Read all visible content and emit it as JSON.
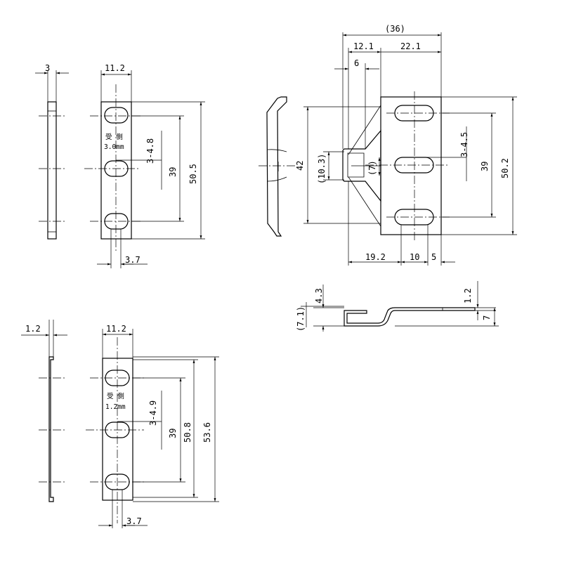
{
  "view_a": {
    "thickness": "3",
    "width": "11.2",
    "note_label": "受 側",
    "note_thickness": "3.0mm",
    "hole_spec": "3-4.8",
    "hole_pitch": "39",
    "length": "50.5",
    "hole_offset": "3.7"
  },
  "view_b": {
    "thickness": "1.2",
    "width": "11.2",
    "note_label": "受 側",
    "note_thickness": "1.2mm",
    "hole_spec": "3-4.9",
    "hole_pitch": "39",
    "length_inner": "50.8",
    "length_outer": "53.6",
    "hole_offset": "3.7"
  },
  "view_c": {
    "overall": "(36)",
    "offset_a": "12.1",
    "offset_b": "22.1",
    "tongue": "6",
    "height_left": "42",
    "catch_height": "(10.3)",
    "catch_inner": "(7)",
    "hole_spec": "3-4.5",
    "hole_pitch": "39",
    "plate_height": "50.2",
    "base_a": "19.2",
    "base_b": "10",
    "base_c": "5"
  },
  "view_d": {
    "hook_height": "4.3",
    "hook_overall": "(7.1)",
    "plate_thickness": "1.2",
    "total_height": "7"
  }
}
